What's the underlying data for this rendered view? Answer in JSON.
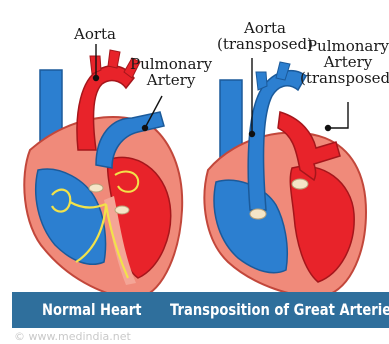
{
  "labels": {
    "left_aorta": "Aorta",
    "left_pulmonary_line1": "Pulmonary",
    "left_pulmonary_line2": "Artery",
    "right_aorta_line1": "Aorta",
    "right_aorta_line2": "(transposed)",
    "right_pulmonary_line1": "Pulmonary",
    "right_pulmonary_line2": "Artery",
    "right_pulmonary_line3": "(transposed)"
  },
  "captions": {
    "left": "Normal Heart",
    "right": "Transposition of Great Arteries"
  },
  "watermark": "© www.medindia.net",
  "colors": {
    "oxygenated": "#e8232a",
    "deoxygenated": "#2c7fd0",
    "muscle": "#f08a7a",
    "banner": "#2f6f9c",
    "conduction": "#f2e24a"
  }
}
